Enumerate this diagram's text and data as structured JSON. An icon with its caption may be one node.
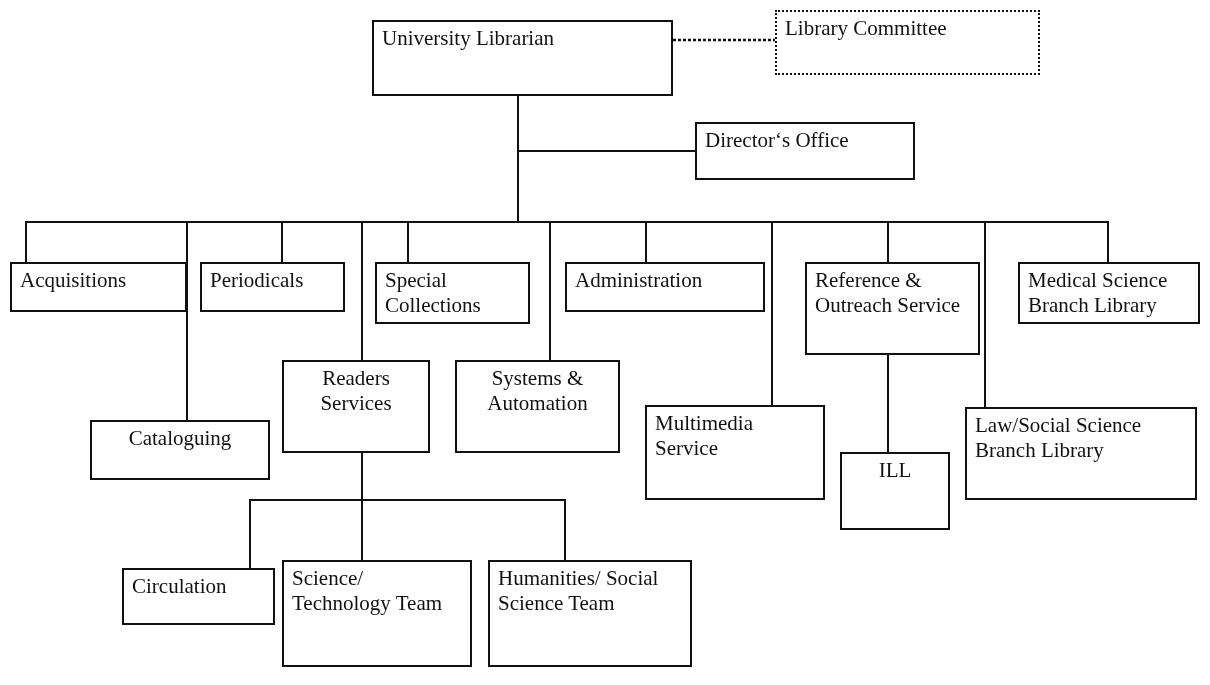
{
  "diagram": {
    "nodes": [
      {
        "text": [
          "University Librarian"
        ]
      },
      {
        "text": [
          "Library Committee"
        ]
      },
      {
        "text": [
          "Director‘s Office"
        ]
      },
      {
        "text": [
          "Acquisitions"
        ]
      },
      {
        "text": [
          "Periodicals"
        ]
      },
      {
        "text": [
          "Special Collections"
        ]
      },
      {
        "text": [
          "Administration"
        ]
      },
      {
        "text": [
          "Reference & Outreach Service"
        ]
      },
      {
        "text": [
          "Medical Science Branch Library"
        ]
      },
      {
        "text": [
          "Cataloguing"
        ]
      },
      {
        "text": [
          "Readers Services"
        ]
      },
      {
        "text": [
          "Systems & Automation"
        ]
      },
      {
        "text": [
          "Multimedia Service"
        ]
      },
      {
        "text": [
          "ILL"
        ]
      },
      {
        "text": [
          "Law/Social Science Branch Library"
        ]
      },
      {
        "text": [
          "Circulation"
        ]
      },
      {
        "text": [
          "Science/ Technology Team"
        ]
      },
      {
        "text": [
          "Humanities/ Social Science Team"
        ]
      }
    ],
    "edges": [
      {
        "from": 0,
        "to": 1,
        "arrow": "none",
        "style": "dashed"
      },
      {
        "from": 0,
        "to": 2,
        "arrow": "none"
      },
      {
        "from": 0,
        "to": 3,
        "arrow": "none"
      },
      {
        "from": 0,
        "to": 9,
        "arrow": "none"
      },
      {
        "from": 0,
        "to": 4,
        "arrow": "none"
      },
      {
        "from": 0,
        "to": 10,
        "arrow": "none"
      },
      {
        "from": 0,
        "to": 5,
        "arrow": "none"
      },
      {
        "from": 0,
        "to": 11,
        "arrow": "none"
      },
      {
        "from": 0,
        "to": 6,
        "arrow": "none"
      },
      {
        "from": 0,
        "to": 12,
        "arrow": "none"
      },
      {
        "from": 0,
        "to": 7,
        "arrow": "none"
      },
      {
        "from": 0,
        "to": 14,
        "arrow": "none"
      },
      {
        "from": 0,
        "to": 8,
        "arrow": "none"
      },
      {
        "from": 7,
        "to": 13,
        "arrow": "none"
      },
      {
        "from": 10,
        "to": 15,
        "arrow": "none"
      },
      {
        "from": 10,
        "to": 16,
        "arrow": "none"
      },
      {
        "from": 10,
        "to": 17,
        "arrow": "none"
      }
    ]
  }
}
